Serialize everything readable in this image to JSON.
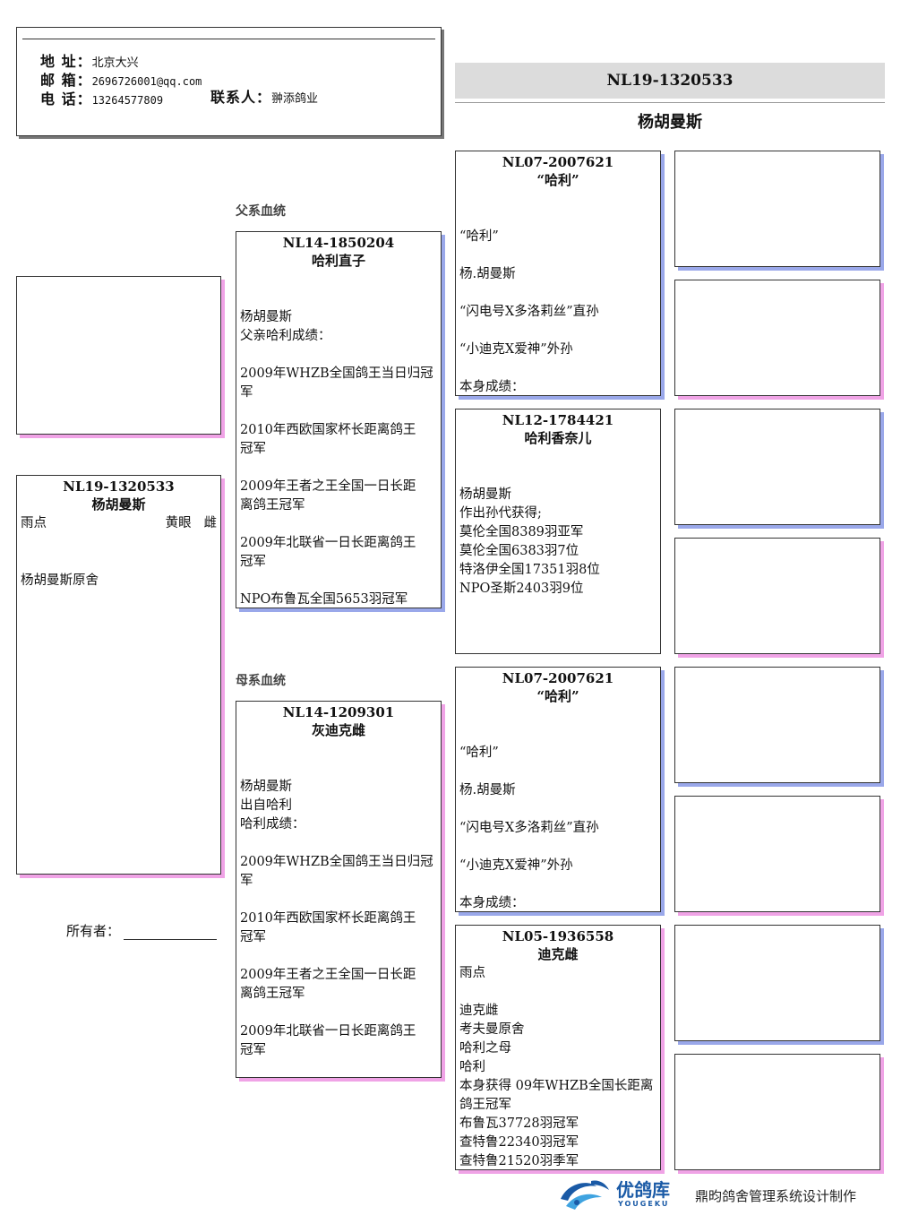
{
  "contact": {
    "address_label": "地  址：",
    "address": "北京大兴",
    "email_label": "邮  箱：",
    "email": "2696726001@qq.com",
    "phone_label": "电  话：",
    "phone": "13264577809",
    "person_label": "联系人：",
    "person": "翀添鸽业"
  },
  "subject": {
    "ring": "NL19-1320533",
    "name": "杨胡曼斯",
    "color": "雨点",
    "eye": "黄眼",
    "sex": "雌",
    "breeder": "杨胡曼斯原舍"
  },
  "owner": {
    "label": "所有者："
  },
  "labels": {
    "sire_line": "父系血统",
    "dam_line": "母系血统"
  },
  "sire": {
    "ring": "NL14-1850204",
    "name": "哈利直子",
    "notes": [
      "",
      "",
      "杨胡曼斯",
      "父亲哈利成绩：",
      "",
      "2009年WHZB全国鸽王当日归冠",
      "军",
      "",
      "2010年西欧国家杯长距离鸽王",
      "冠军",
      "",
      "2009年王者之王全国一日长距",
      "离鸽王冠军",
      "",
      "2009年北联省一日长距离鸽王",
      "冠军",
      "",
      "NPO布鲁瓦全国5653羽冠军"
    ]
  },
  "dam": {
    "ring": "NL14-1209301",
    "name": "灰迪克雌",
    "notes": [
      "",
      "",
      "杨胡曼斯",
      "出自哈利",
      "哈利成绩：",
      "",
      "2009年WHZB全国鸽王当日归冠",
      "军",
      "",
      "2010年西欧国家杯长距离鸽王",
      "冠军",
      "",
      "2009年王者之王全国一日长距",
      "离鸽王冠军",
      "",
      "2009年北联省一日长距离鸽王",
      "冠军"
    ]
  },
  "sire_sire": {
    "ring": "NL07-2007621",
    "name": "“哈利”",
    "notes": [
      "",
      "",
      "“哈利”",
      "",
      "杨.胡曼斯",
      "",
      "“闪电号X多洛莉丝”直孙",
      "",
      "“小迪克X爱神”外孙",
      "",
      "本身成绩："
    ]
  },
  "sire_dam": {
    "ring": "NL12-1784421",
    "name": "哈利香奈儿",
    "notes": [
      "",
      "",
      "杨胡曼斯",
      "作出孙代获得;",
      "莫伦全国8389羽亚军",
      "莫伦全国6383羽7位",
      "特洛伊全国17351羽8位",
      "NPO圣斯2403羽9位"
    ]
  },
  "dam_sire": {
    "ring": "NL07-2007621",
    "name": "“哈利”",
    "notes": [
      "",
      "",
      "“哈利”",
      "",
      "杨.胡曼斯",
      "",
      "“闪电号X多洛莉丝”直孙",
      "",
      "“小迪克X爱神”外孙",
      "",
      "本身成绩："
    ]
  },
  "dam_dam": {
    "ring": "NL05-1936558",
    "name": "迪克雌",
    "notes": [
      "雨点",
      "",
      "迪克雌",
      "考夫曼原舍",
      "哈利之母",
      "哈利",
      "本身获得 09年WHZB全国长距离",
      "鸽王冠军",
      "布鲁瓦37728羽冠军",
      "查特鲁22340羽冠军",
      "查特鲁21520羽季军"
    ]
  },
  "footer": {
    "logo_text": "优鸽库",
    "logo_sub": "YOUGEKU",
    "credit": "鼎昀鸽舍管理系统设计制作"
  },
  "colors": {
    "shadow_blue": "#9aa8ea",
    "shadow_pink": "#f0a3e6",
    "brand": "#1a5aa6"
  }
}
